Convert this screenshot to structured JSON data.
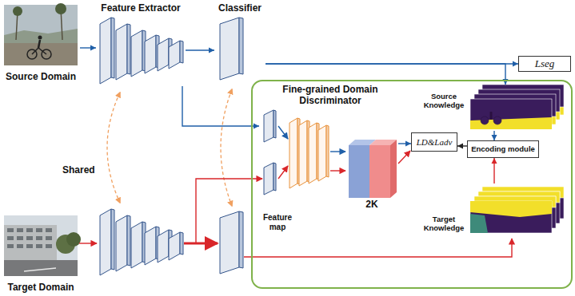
{
  "diagram": {
    "nodes": [
      {
        "text": [
          "Feature Extractor"
        ]
      },
      {
        "text": [
          "Classifier"
        ]
      },
      {
        "text": [
          "Lseg"
        ]
      },
      {
        "text": [
          "Source Domain"
        ]
      },
      {
        "text": [
          "Fine-grained Domain Discriminator"
        ]
      },
      {
        "text": [
          "Feature map"
        ],
        "in": 4
      },
      {
        "text": [
          "2K"
        ],
        "in": 4
      },
      {
        "text": [
          "LD&Ladv"
        ],
        "in": 4
      },
      {
        "text": [
          "Source Knowledge"
        ],
        "in": 4
      },
      {
        "text": [
          "Encoding module"
        ],
        "in": 4
      },
      {
        "text": [
          "Target Knowledge"
        ],
        "in": 4
      },
      {
        "text": [
          "Target Domain"
        ]
      }
    ],
    "edges": [
      {
        "from": 3,
        "to": 0,
        "arrow": "to"
      },
      {
        "from": 0,
        "to": 1,
        "arrow": "to"
      },
      {
        "from": 1,
        "to": 2,
        "arrow": "to"
      },
      {
        "from": 1,
        "to": 8,
        "arrow": "to"
      },
      {
        "from": 0,
        "to": 5,
        "arrow": "to"
      },
      {
        "from": 8,
        "to": 9,
        "arrow": "to"
      },
      {
        "from": 10,
        "to": 9,
        "arrow": "to"
      },
      {
        "from": 9,
        "to": 7,
        "arrow": "to"
      },
      {
        "from": 6,
        "to": 7,
        "arrow": "to"
      }
    ],
    "labels": [
      "Shared"
    ]
  }
}
